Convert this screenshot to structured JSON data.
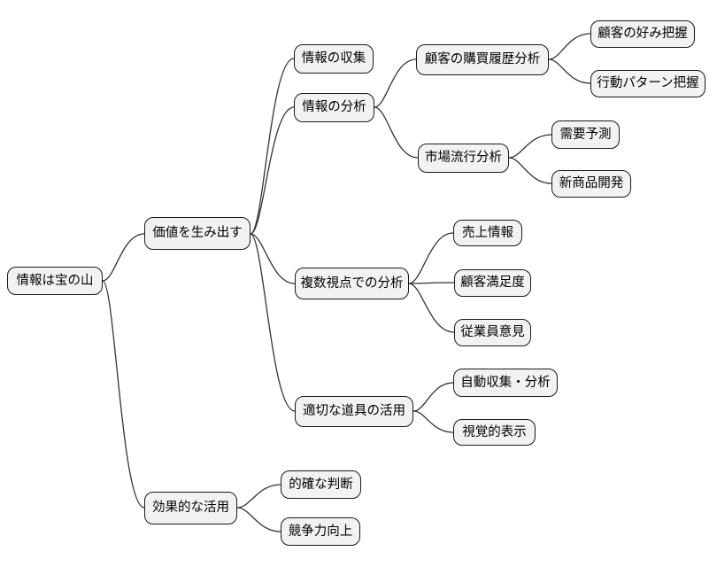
{
  "diagram": {
    "type": "mindmap",
    "direction": "left-to-right",
    "levels": 5
  },
  "colors": {
    "background": "#ffffff",
    "node_fill": "#f2f2f2",
    "node_border": "#1a1a1a",
    "edge": "#333333",
    "text": "#000000"
  },
  "nodes": [
    {
      "id": "info-treasure",
      "label": "情報は宝の山",
      "level": 1,
      "parent": null
    },
    {
      "id": "create-value",
      "label": "価値を生み出す",
      "level": 2,
      "parent": "info-treasure"
    },
    {
      "id": "effective-use",
      "label": "効果的な活用",
      "level": 2,
      "parent": "info-treasure"
    },
    {
      "id": "collect-info",
      "label": "情報の収集",
      "level": 3,
      "parent": "create-value"
    },
    {
      "id": "analyze-info",
      "label": "情報の分析",
      "level": 3,
      "parent": "create-value"
    },
    {
      "id": "multi-perspective-analysis",
      "label": "複数視点での分析",
      "level": 3,
      "parent": "create-value"
    },
    {
      "id": "use-proper-tools",
      "label": "適切な道具の活用",
      "level": 3,
      "parent": "create-value"
    },
    {
      "id": "purchase-history-analysis",
      "label": "顧客の購買履歴分析",
      "level": 4,
      "parent": "analyze-info"
    },
    {
      "id": "market-trend-analysis",
      "label": "市場流行分析",
      "level": 4,
      "parent": "analyze-info"
    },
    {
      "id": "grasp-customer-preference",
      "label": "顧客の好み把握",
      "level": 5,
      "parent": "purchase-history-analysis"
    },
    {
      "id": "grasp-behavior-pattern",
      "label": "行動パターン把握",
      "level": 5,
      "parent": "purchase-history-analysis"
    },
    {
      "id": "demand-forecast",
      "label": "需要予測",
      "level": 5,
      "parent": "market-trend-analysis"
    },
    {
      "id": "new-product-development",
      "label": "新商品開発",
      "level": 5,
      "parent": "market-trend-analysis"
    },
    {
      "id": "sales-info",
      "label": "売上情報",
      "level": 4,
      "parent": "multi-perspective-analysis"
    },
    {
      "id": "customer-satisfaction",
      "label": "顧客満足度",
      "level": 4,
      "parent": "multi-perspective-analysis"
    },
    {
      "id": "employee-opinion",
      "label": "従業員意見",
      "level": 4,
      "parent": "multi-perspective-analysis"
    },
    {
      "id": "auto-collect-analyze",
      "label": "自動収集・分析",
      "level": 4,
      "parent": "use-proper-tools"
    },
    {
      "id": "visual-display",
      "label": "視覚的表示",
      "level": 4,
      "parent": "use-proper-tools"
    },
    {
      "id": "accurate-judgment",
      "label": "的確な判断",
      "level": 3,
      "parent": "effective-use"
    },
    {
      "id": "competitiveness-up",
      "label": "競争力向上",
      "level": 3,
      "parent": "effective-use"
    }
  ]
}
